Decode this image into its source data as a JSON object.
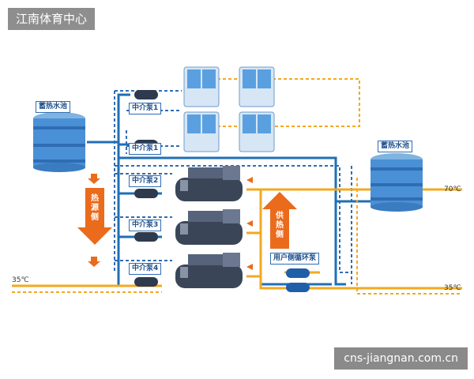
{
  "header": {
    "title": "江南体育中心"
  },
  "footer": {
    "watermark": "cns-jiangnan.com.cn"
  },
  "tanks": {
    "left_label": "蓄热水池",
    "right_label": "蓄热水池"
  },
  "pumps": {
    "p1a": "中介泵1",
    "p1b": "中介泵1",
    "p2": "中介泵2",
    "p3": "中介泵3",
    "p4": "中介泵4",
    "user": "用户侧循环泵"
  },
  "side_labels": {
    "heat_source": "热源侧",
    "heat_supply": "供热侧"
  },
  "temperatures": {
    "left": "35℃",
    "right_top": "70℃",
    "right_bottom": "35℃"
  },
  "colors": {
    "supply": "#f2a922",
    "return_pipe": "#1f6fb5",
    "arrow": "#ea6b1c",
    "dashed": "#2f6db3"
  },
  "icons": [
    "water-tank-icon",
    "air-source-heat-pump-icon",
    "heat-pump-unit-icon",
    "pump-icon",
    "arrow-icon"
  ]
}
